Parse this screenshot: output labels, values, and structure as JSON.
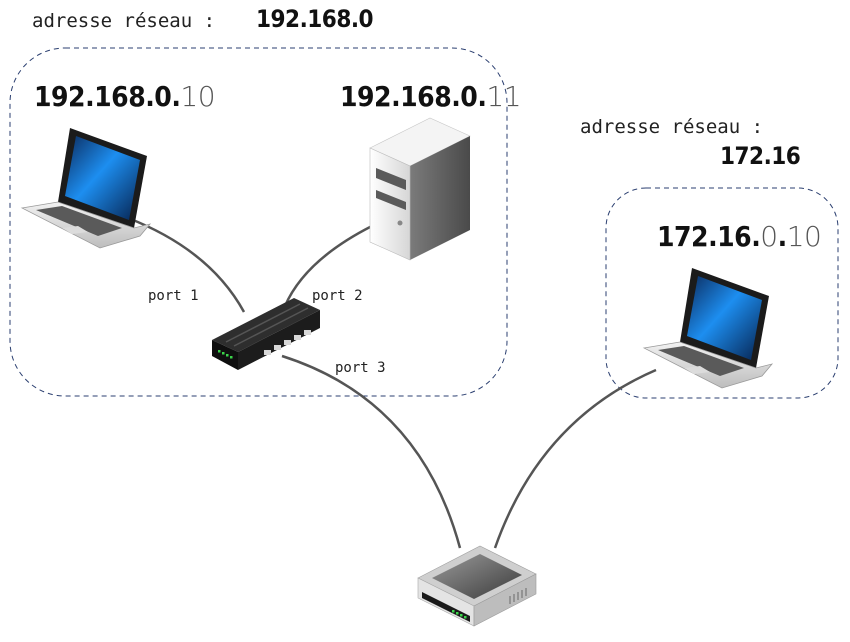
{
  "network1": {
    "label": "adresse réseau :",
    "address": "192.168.0",
    "laptop_ip": {
      "prefix": "192.168.0.",
      "host": "10"
    },
    "server_ip": {
      "prefix": "192.168.0.",
      "host": "11"
    }
  },
  "network2": {
    "label": "adresse réseau :",
    "address": "172.16",
    "laptop_ip": {
      "prefix": "172.16.",
      "mid": "0",
      "dot": ".",
      "host": "10"
    }
  },
  "ports": {
    "port1": "port 1",
    "port2": "port 2",
    "port3": "port 3"
  },
  "colors": {
    "zone_border": "#2b3f70",
    "cable": "#555555",
    "screen_blue": "#0a6fd6"
  }
}
